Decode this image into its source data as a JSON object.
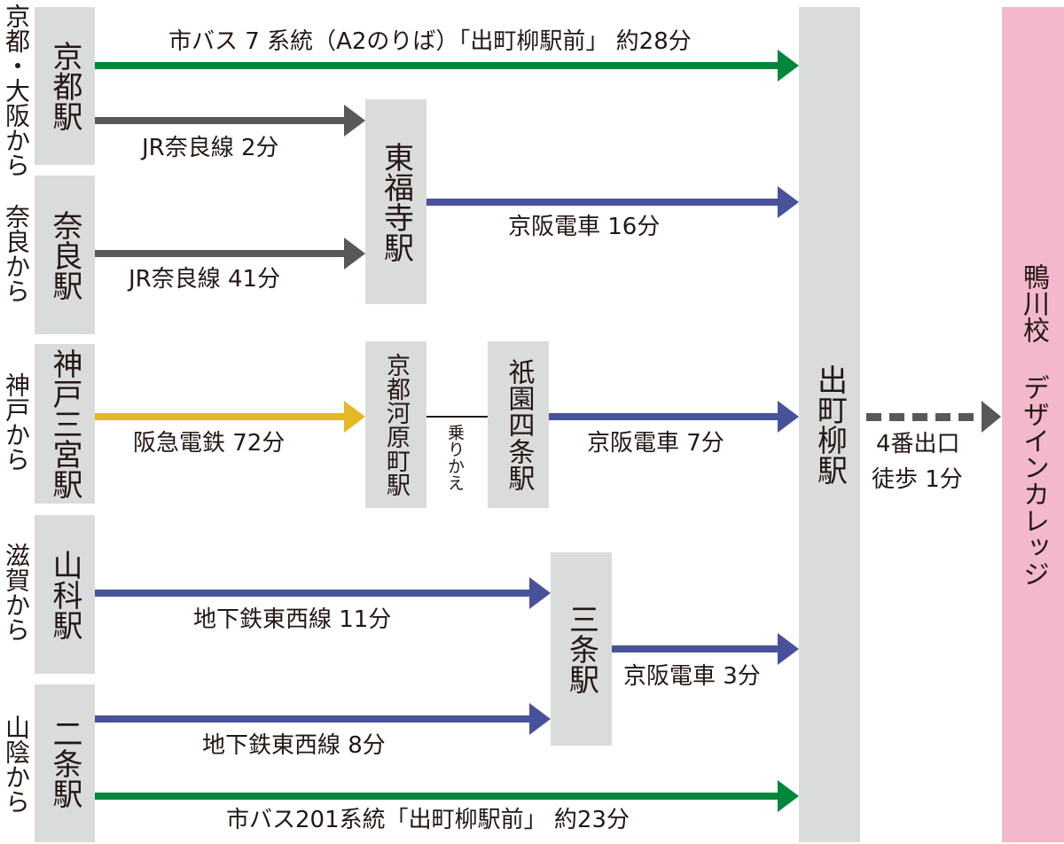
{
  "colors": {
    "bus": "#00873c",
    "jr": "#595757",
    "keihan": "#48529a",
    "hankyu": "#e5b826",
    "walk": "#595757",
    "transfer": "#231815",
    "station_bg": "#dadbdb",
    "destination_bg": "#f3b8cb"
  },
  "origins": [
    {
      "label": "京都・大阪から",
      "station": "京都駅"
    },
    {
      "label": "奈良から",
      "station": "奈良駅"
    },
    {
      "label": "神戸から",
      "station": "神戸三宮駅"
    },
    {
      "label": "滋賀から",
      "station": "山科駅"
    },
    {
      "label": "山陰から",
      "station": "二条駅"
    }
  ],
  "transfer_stations": {
    "tofukuji": "東福寺駅",
    "kawaramachi": "京都河原町駅",
    "gion_shijo": "祇園四条駅",
    "sanjo": "三条駅"
  },
  "transfer_note": "乗りかえ",
  "hub_station": "出町柳駅",
  "destination": "鴨川校 デザインカレッジ",
  "routes": [
    {
      "id": "kyoto-bus",
      "label": "市バス 7 系統（A2のりば）「出町柳駅前」 約28分",
      "line": "bus"
    },
    {
      "id": "kyoto-jr",
      "label": "JR奈良線 2分",
      "line": "jr"
    },
    {
      "id": "nara-jr",
      "label": "JR奈良線 41分",
      "line": "jr"
    },
    {
      "id": "tofukuji-keihan",
      "label": "京阪電車 16分",
      "line": "keihan"
    },
    {
      "id": "kobe-hankyu",
      "label": "阪急電鉄 72分",
      "line": "hankyu"
    },
    {
      "id": "gion-keihan",
      "label": "京阪電車 7分",
      "line": "keihan"
    },
    {
      "id": "yamashina-subway",
      "label": "地下鉄東西線 11分",
      "line": "keihan"
    },
    {
      "id": "sanjo-keihan",
      "label": "京阪電車 3分",
      "line": "keihan"
    },
    {
      "id": "nijo-subway",
      "label": "地下鉄東西線 8分",
      "line": "keihan"
    },
    {
      "id": "nijo-bus",
      "label": "市バス201系統「出町柳駅前」 約23分",
      "line": "bus"
    }
  ],
  "walk": {
    "line1": "4番出口",
    "line2": "徒歩 1分"
  }
}
